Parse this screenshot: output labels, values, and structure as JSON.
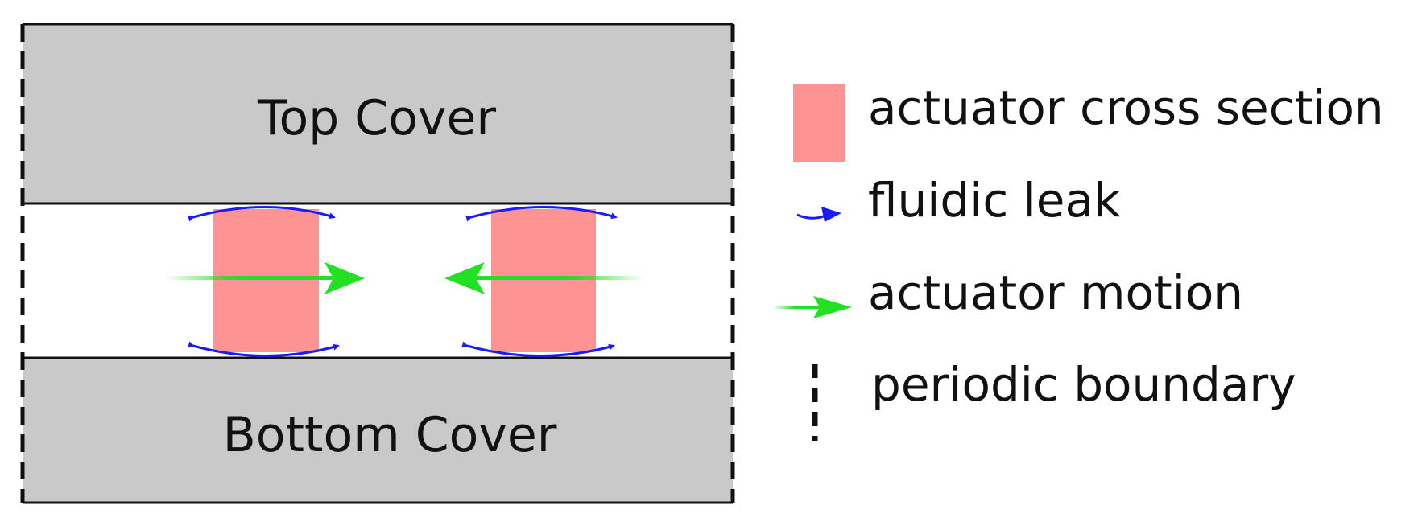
{
  "diagram": {
    "regions": {
      "top_cover": {
        "label": "Top Cover"
      },
      "bottom_cover": {
        "label": "Bottom Cover"
      }
    },
    "legend": {
      "actuator": {
        "label": "actuator cross section"
      },
      "leak": {
        "label": "fluidic leak"
      },
      "motion": {
        "label": "actuator motion"
      },
      "boundary": {
        "label": "periodic boundary"
      }
    }
  },
  "colors": {
    "cover_fill": "#c9c9c9",
    "actuator_fill": "#fd9393",
    "leak_arrow": "#1a1aff",
    "motion_arrow": "#22e022",
    "line": "#111111"
  }
}
